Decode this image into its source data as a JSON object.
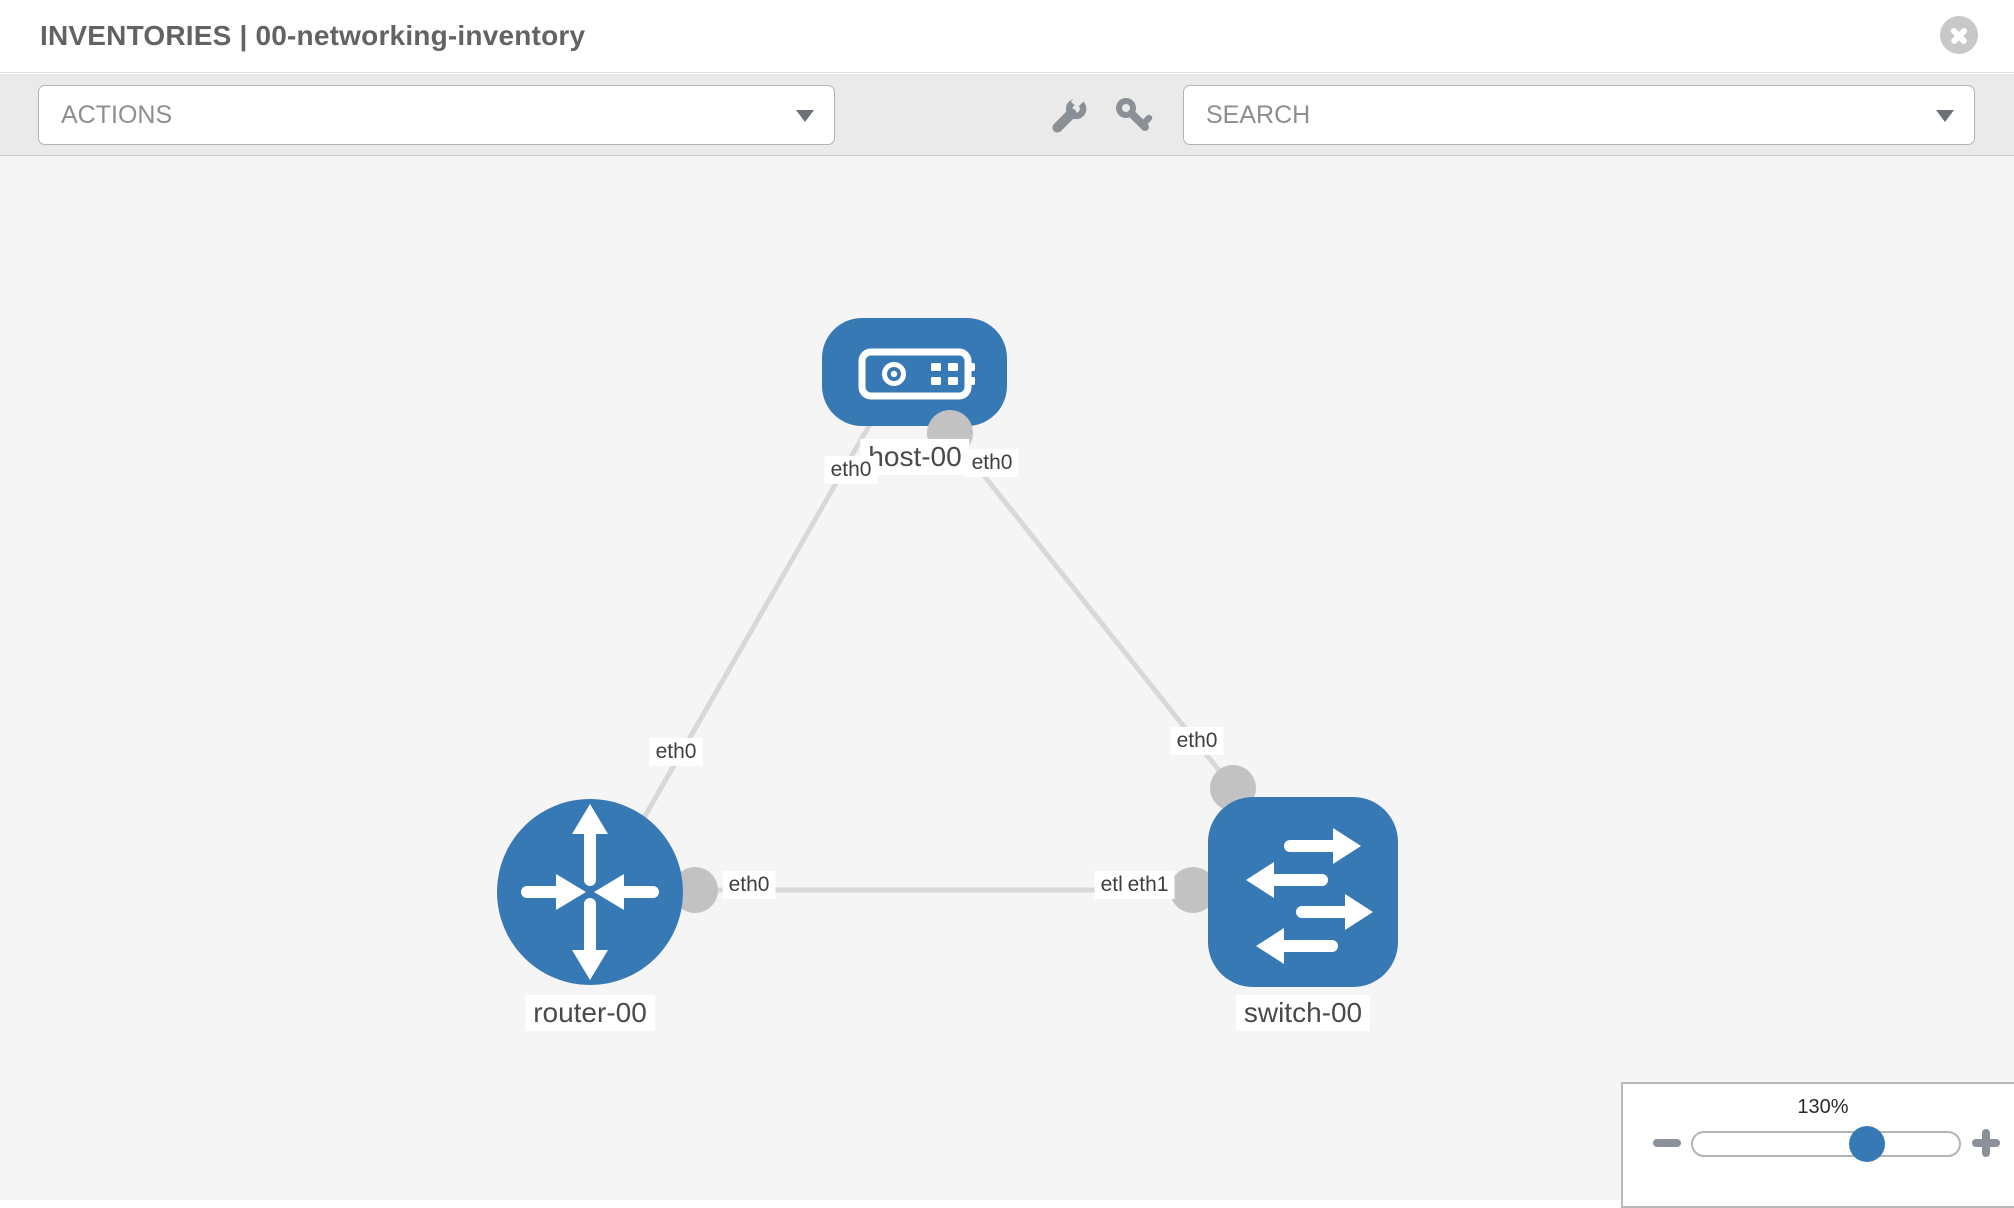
{
  "header": {
    "title": "INVENTORIES | 00-networking-inventory",
    "close_icon": "x-circle"
  },
  "toolbar": {
    "actions_label": "ACTIONS",
    "search_label": "SEARCH",
    "icons": {
      "actions_caret": "chevron-down",
      "search_caret": "chevron-down",
      "tools": "wrench",
      "credentials": "key"
    }
  },
  "topology": {
    "nodes": [
      {
        "id": "host-00",
        "label": "host-00",
        "type": "host",
        "shape": "rounded-rect",
        "icon": "server"
      },
      {
        "id": "router-00",
        "label": "router-00",
        "type": "router",
        "shape": "circle",
        "icon": "router-arrows"
      },
      {
        "id": "switch-00",
        "label": "switch-00",
        "type": "switch",
        "shape": "rounded-square",
        "icon": "switch-arrows"
      }
    ],
    "links": [
      {
        "from": "host-00",
        "from_interface": "eth0",
        "to": "router-00",
        "to_interface": "eth0"
      },
      {
        "from": "host-00",
        "from_interface": "eth0",
        "to": "switch-00",
        "to_interface": "eth0"
      },
      {
        "from": "router-00",
        "from_interface": "eth0",
        "to": "switch-00",
        "to_interface": "eth1"
      }
    ],
    "overlapped_interface_label": "eth0",
    "colors": {
      "node_fill": "#3779b5",
      "node_glyph": "#ffffff",
      "link_stroke": "#d8d8d8",
      "connector_fill": "#c2c2c2",
      "canvas_background": "#f5f5f6"
    }
  },
  "zoom_control": {
    "level": "130%",
    "percent_along_track": 65,
    "minus_icon": "minus",
    "plus_icon": "plus",
    "handle_color": "#3779b5"
  }
}
